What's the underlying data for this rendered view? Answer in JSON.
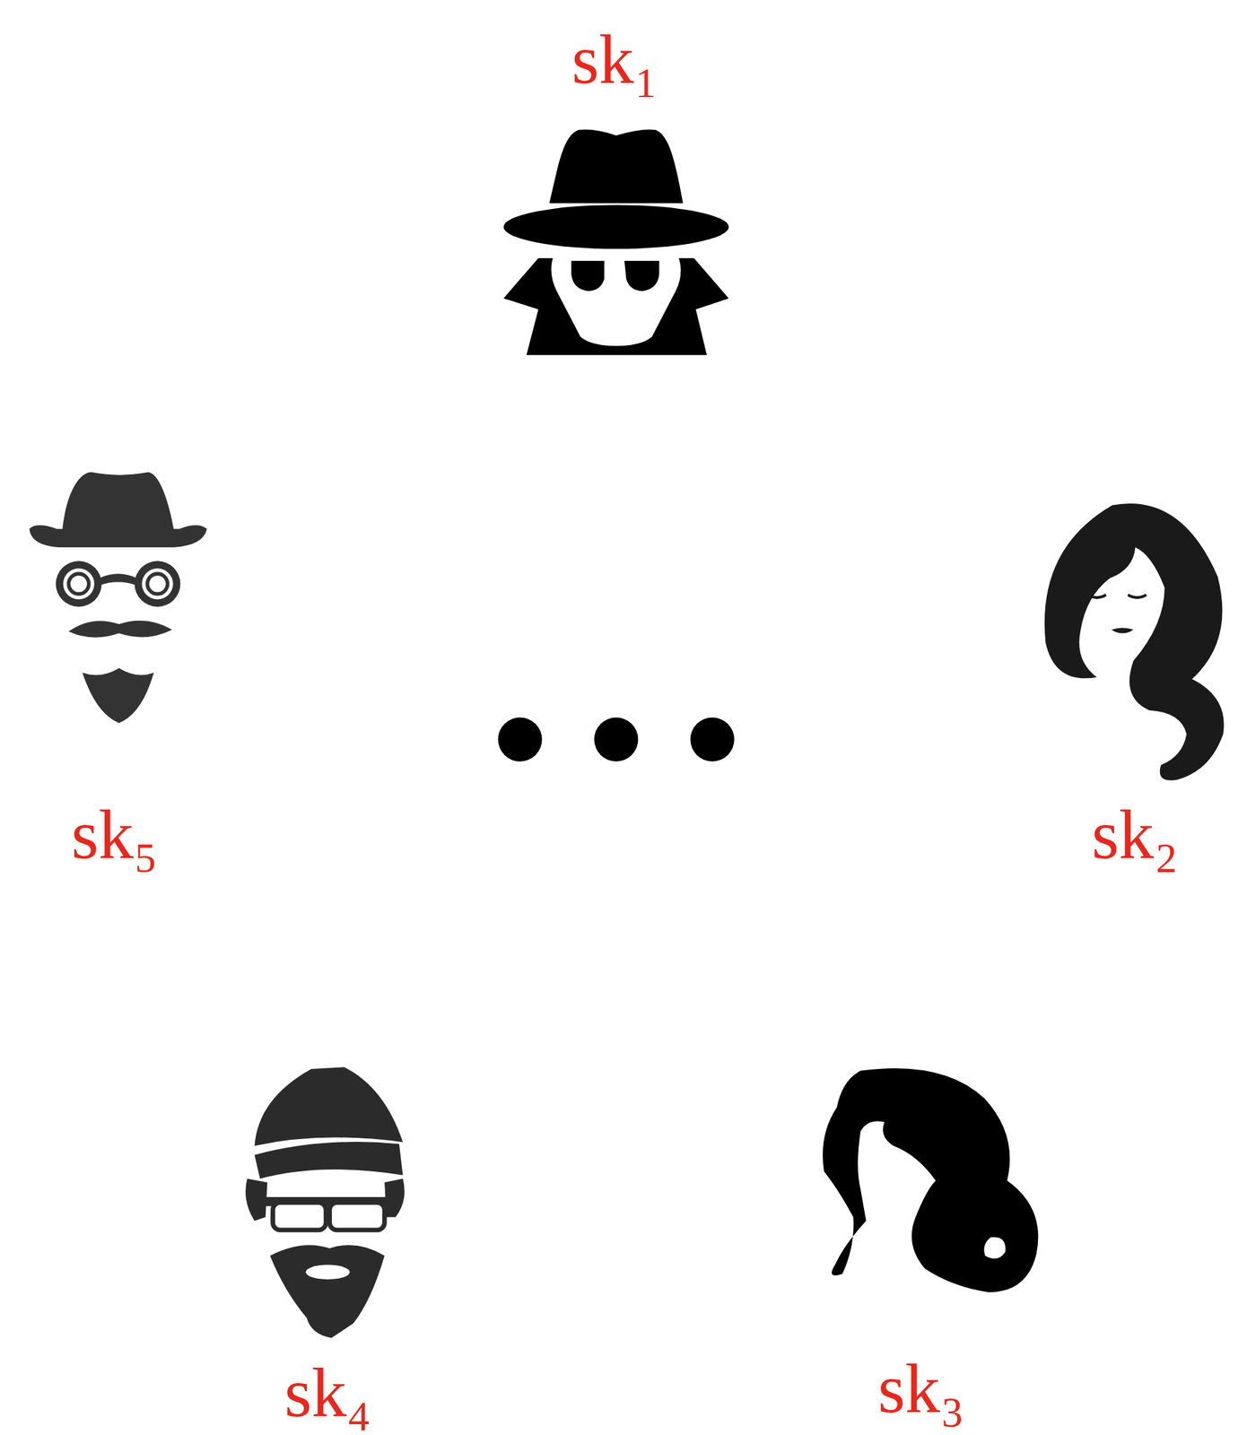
{
  "diagram": {
    "labels": [
      "sk₁",
      "sk₂",
      "sk₃",
      "sk₄",
      "sk₅"
    ]
  }
}
